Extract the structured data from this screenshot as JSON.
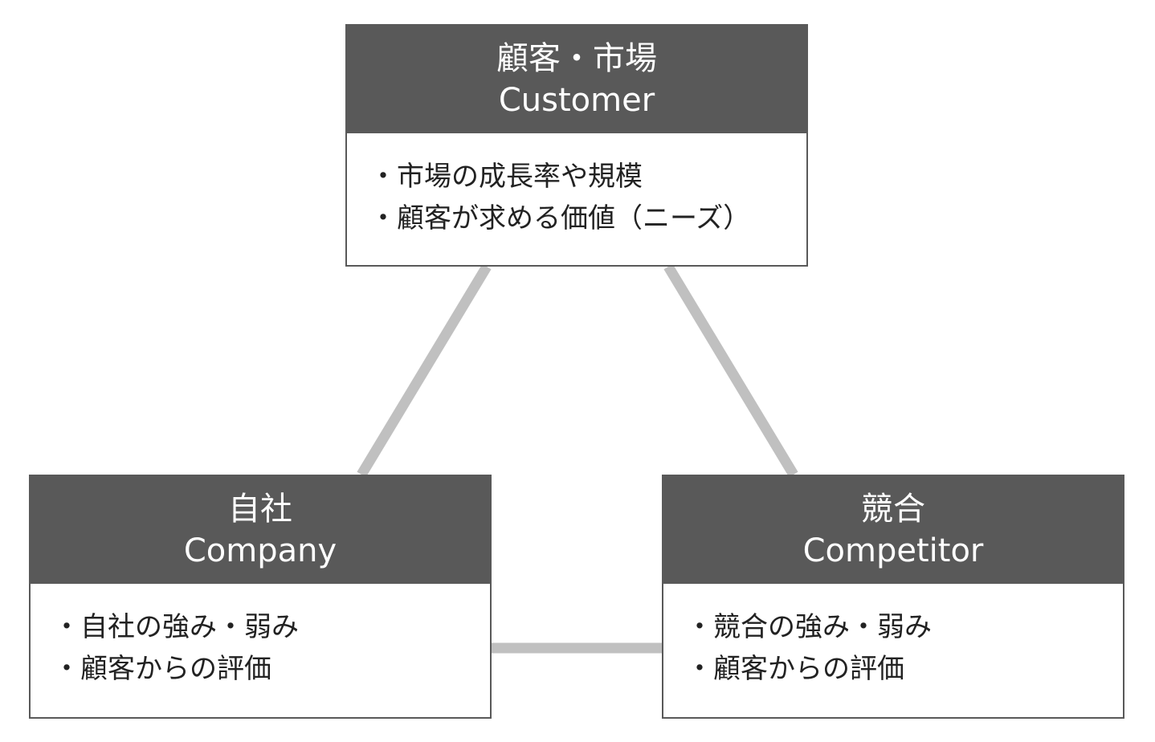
{
  "colors": {
    "header_fill": "#595959",
    "header_text": "#ffffff",
    "body_text": "#222222",
    "connector": "#c0c0c0"
  },
  "customer": {
    "title_ja": "顧客・市場",
    "title_en": "Customer",
    "items": [
      "・市場の成長率や規模",
      "・顧客が求める価値（ニーズ）"
    ]
  },
  "company": {
    "title_ja": "自社",
    "title_en": "Company",
    "items": [
      "・自社の強み・弱み",
      "・顧客からの評価"
    ]
  },
  "competitor": {
    "title_ja": "競合",
    "title_en": "Competitor",
    "items": [
      "・競合の強み・弱み",
      "・顧客からの評価"
    ]
  }
}
